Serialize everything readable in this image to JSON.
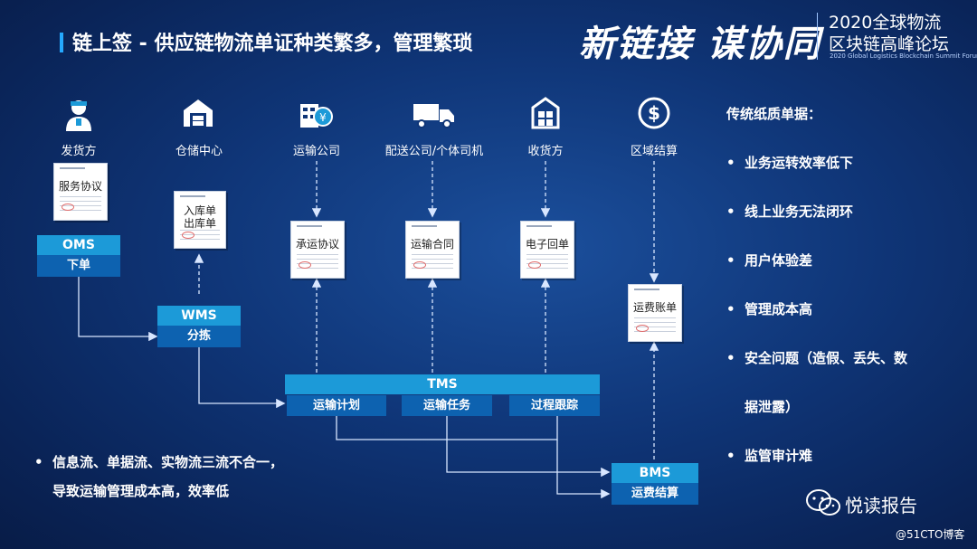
{
  "header": {
    "title": "链上签 - 供应链物流单证种类繁多，管理繁琐",
    "brand_slogan": "新链接 谋协同",
    "brand_line1": "2020全球物流",
    "brand_line2": "区块链高峰论坛",
    "brand_sub": "2020 Global Logistics Blockchain Summit Forum"
  },
  "roles": [
    {
      "label": "发货方",
      "icon": "worker-icon"
    },
    {
      "label": "仓储中心",
      "icon": "warehouse-icon"
    },
    {
      "label": "运输公司",
      "icon": "transport-company-icon"
    },
    {
      "label": "配送公司/个体司机",
      "icon": "truck-icon"
    },
    {
      "label": "收货方",
      "icon": "package-box-icon"
    },
    {
      "label": "区域结算",
      "icon": "dollar-coin-icon"
    }
  ],
  "documents": {
    "service_agreement": "服务协议",
    "inbound": "入库单",
    "outbound": "出库单",
    "carrier_agreement": "承运协议",
    "transport_contract": "运输合同",
    "e_receipt": "电子回单",
    "freight_bill": "运费账单"
  },
  "systems": {
    "oms": {
      "name": "OMS",
      "action": "下单"
    },
    "wms": {
      "name": "WMS",
      "action": "分拣"
    },
    "tms": {
      "name": "TMS",
      "subs": [
        "运输计划",
        "运输任务",
        "过程跟踪"
      ]
    },
    "bms": {
      "name": "BMS",
      "action": "运费结算"
    }
  },
  "right_panel": {
    "title": "传统纸质单据：",
    "items": [
      "业务运转效率低下",
      "线上业务无法闭环",
      "用户体验差",
      "管理成本高",
      "安全问题（造假、丢失、数",
      "据泄露）",
      "监管审计难"
    ]
  },
  "bottom_note": {
    "line1": "信息流、单据流、实物流三流不合一，",
    "line2": "导致运输管理成本高，效率低"
  },
  "watermark": {
    "wechat": "悦读报告",
    "site": "@51CTO博客"
  },
  "colors": {
    "bg": "#0f3577",
    "accent": "#1c9ad8",
    "dark_blue": "#0d62b0"
  }
}
